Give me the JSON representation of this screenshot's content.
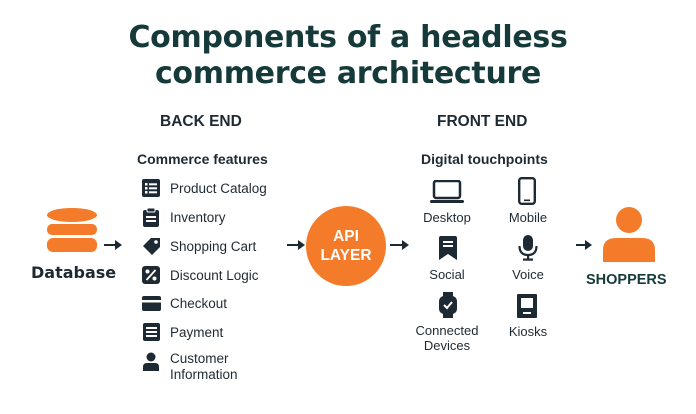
{
  "title_line1": "Components of a headless",
  "title_line2": "commerce architecture",
  "back_end": {
    "heading": "BACK END",
    "subheading": "Commerce features",
    "features": [
      {
        "label": "Product Catalog",
        "icon": "list-icon"
      },
      {
        "label": "Inventory",
        "icon": "clipboard-icon"
      },
      {
        "label": "Shopping Cart",
        "icon": "tag-icon"
      },
      {
        "label": "Discount Logic",
        "icon": "percent-icon"
      },
      {
        "label": "Checkout",
        "icon": "credit-card-icon"
      },
      {
        "label": "Payment",
        "icon": "document-icon"
      },
      {
        "label": "Customer",
        "label2": "Information",
        "icon": "person-icon"
      }
    ]
  },
  "database": {
    "label": "Database",
    "icon": "database-icon"
  },
  "api": {
    "line1": "API",
    "line2": "LAYER"
  },
  "front_end": {
    "heading": "FRONT END",
    "subheading": "Digital touchpoints",
    "touchpoints": [
      {
        "label": "Desktop",
        "icon": "laptop-icon"
      },
      {
        "label": "Mobile",
        "icon": "smartphone-icon"
      },
      {
        "label": "Social",
        "icon": "bookmark-icon"
      },
      {
        "label": "Voice",
        "icon": "microphone-icon"
      },
      {
        "label": "Connected",
        "label2": "Devices",
        "icon": "smartwatch-icon"
      },
      {
        "label": "Kiosks",
        "icon": "kiosk-icon"
      }
    ]
  },
  "shoppers": {
    "label": "SHOPPERS",
    "icon": "user-icon"
  },
  "colors": {
    "accent": "#f47b2a",
    "title": "#163a3a",
    "text": "#1e2a33"
  }
}
